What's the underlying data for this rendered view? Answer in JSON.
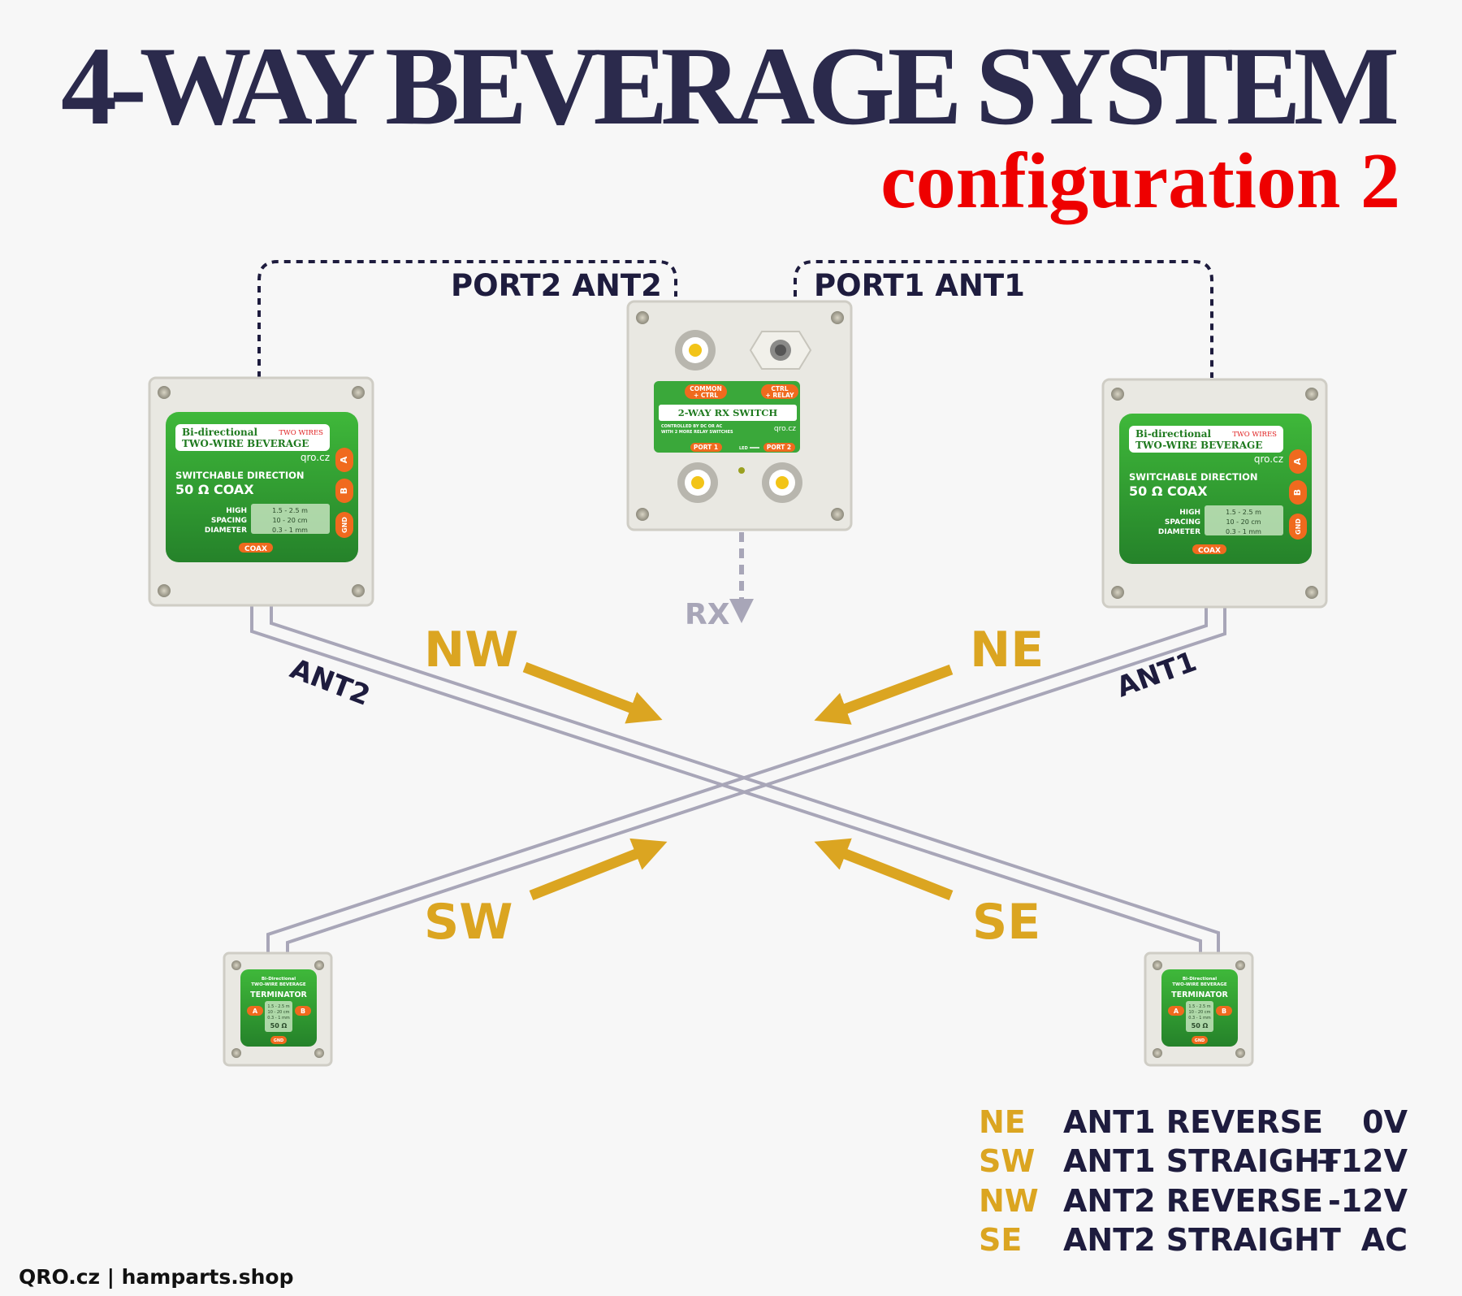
{
  "header": {
    "title": "4-WAY BEVERAGE SYSTEM",
    "subtitle": "configuration 2"
  },
  "colors": {
    "title": "#2b2a4c",
    "subtitle": "#ee0000",
    "direction": "#dba521",
    "wire": "#a8a6b8",
    "label": "#1e1c3e",
    "panel_green": "#2e9a2e",
    "pill_orange": "#f06a1e"
  },
  "connections": {
    "port2_label": "PORT2 ANT2",
    "port1_label": "PORT1 ANT1",
    "rx_label": "RX",
    "ant2_label": "ANT2",
    "ant1_label": "ANT1"
  },
  "directions": {
    "nw": "NW",
    "ne": "NE",
    "sw": "SW",
    "se": "SE"
  },
  "beverage_box": {
    "line1": "Bi-directional",
    "line2": "TWO-WIRE BEVERAGE",
    "tag": "TWO WIRES",
    "brand": "qro.cz",
    "heading": "SWITCHABLE DIRECTION",
    "impedance": "50 Ω COAX",
    "spec_labels": [
      "HIGH",
      "SPACING",
      "DIAMETER"
    ],
    "spec_values": [
      "1.5 - 2.5 m",
      "10 - 20 cm",
      "0.3 - 1 mm"
    ],
    "pin_a": "A",
    "pin_b": "B",
    "pin_gnd": "GND",
    "coax": "COAX"
  },
  "rx_switch": {
    "common": [
      "COMMON",
      "+ CTRL"
    ],
    "ctrl": [
      "CTRL",
      "+ RELAY"
    ],
    "title": "2-WAY RX SWITCH",
    "desc": [
      "CONTROLLED BY DC OR AC",
      "WITH 2 MORE RELAY SWITCHES"
    ],
    "brand": "qro.cz",
    "port1": "PORT 1",
    "led": "LED",
    "port2": "PORT 2"
  },
  "terminator": {
    "line1": "Bi-Directional",
    "line2": "TWO-WIRE BEVERAGE",
    "title": "TERMINATOR",
    "specs": [
      "1.5 - 2.5 m",
      "10 - 20 cm",
      "0.3 - 1 mm"
    ],
    "impedance": "50 Ω",
    "pin_a": "A",
    "pin_b": "B",
    "pin_gnd": "GND"
  },
  "legend": [
    {
      "dir": "NE",
      "desc": "ANT1 REVERSE",
      "voltage": "0V"
    },
    {
      "dir": "SW",
      "desc": "ANT1 STRAIGHT",
      "voltage": "+12V"
    },
    {
      "dir": "NW",
      "desc": "ANT2 REVERSE",
      "voltage": "-12V"
    },
    {
      "dir": "SE",
      "desc": "ANT2 STRAIGHT",
      "voltage": "AC"
    }
  ],
  "footer": {
    "credit": "QRO.cz | hamparts.shop"
  }
}
